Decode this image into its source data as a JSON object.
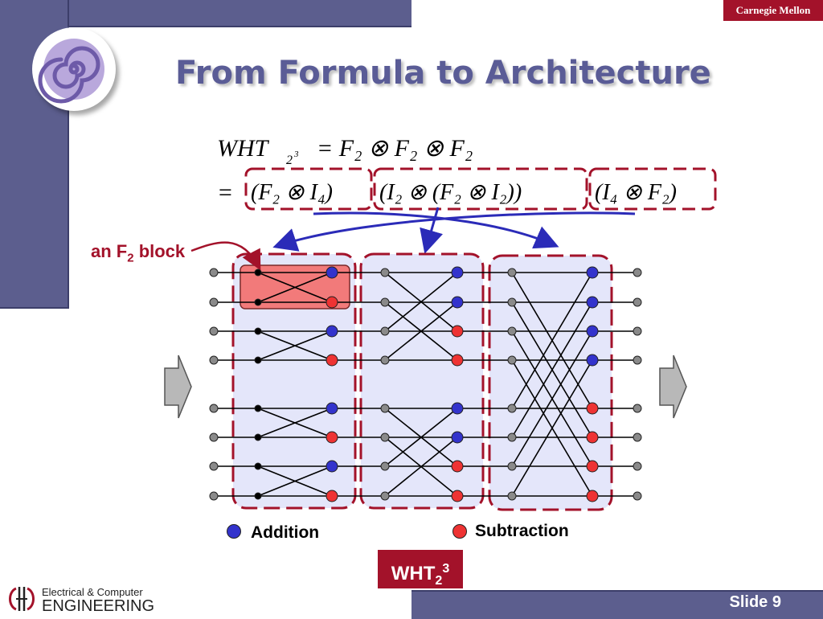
{
  "header": {
    "title": "From Formula to Architecture",
    "university": "Carnegie Mellon"
  },
  "formula": {
    "line1_lhs": "WHT",
    "line1_sub": "2",
    "line1_sup": "3",
    "line1_rhs": "= F₂ ⊗ F₂ ⊗ F₂",
    "line2_eq": "=",
    "group1": "(F₂ ⊗ I₄)",
    "group2": "(I₂ ⊗ (F₂ ⊗ I₂))",
    "group3": "(I₄ ⊗ F₂)"
  },
  "annotation": {
    "f2_label_prefix": "an F",
    "f2_label_sub": "2",
    "f2_label_suffix": " block"
  },
  "legend": {
    "addition": "Addition",
    "subtraction": "Subtraction",
    "addition_color": "#3333cc",
    "subtraction_color": "#ee3333"
  },
  "caption": {
    "base": "WHT",
    "sub": "2",
    "sup": "3"
  },
  "footer": {
    "slide_label": "Slide 9",
    "dept_line1": "Electrical & Computer",
    "dept_line2": "ENGINEERING"
  },
  "colors": {
    "theme": "#5c5e8e",
    "accent": "#a3122a",
    "stage_fill": "#e4e6fa",
    "highlight": "#f27a7a"
  }
}
